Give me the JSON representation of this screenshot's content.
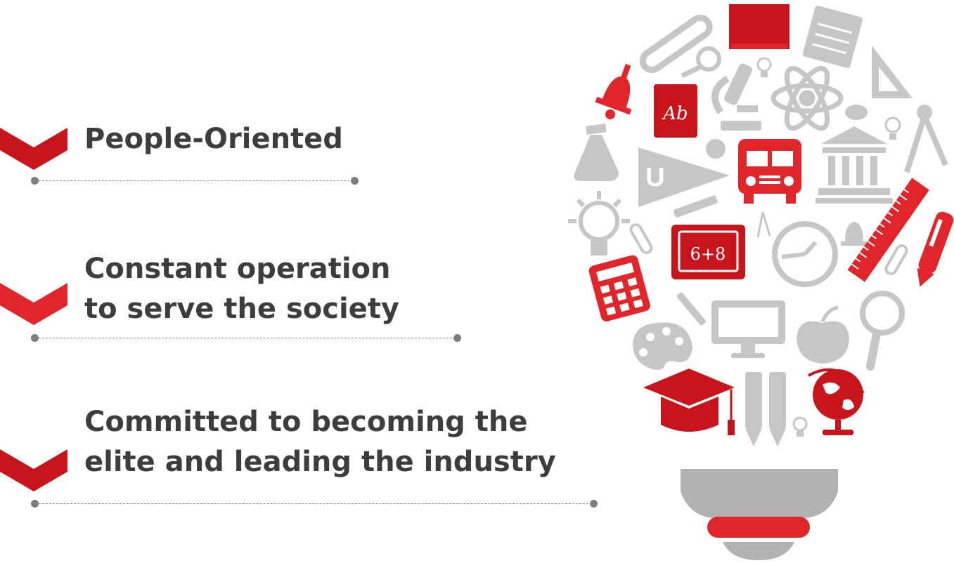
{
  "values": [
    {
      "lines": [
        "People-Oriented"
      ]
    },
    {
      "lines": [
        "Constant operation",
        "to serve the society"
      ]
    },
    {
      "lines": [
        "Committed to becoming the",
        "elite and leading the industry"
      ]
    }
  ],
  "colors": {
    "accent_red": "#c8141b",
    "bright_red": "#e0262b",
    "icon_gray": "#c6c6c6",
    "text": "#3d3d3d",
    "divider": "#7d7d7d"
  },
  "illustration": {
    "chalkboard_text": "6+8",
    "book_text": "Ab",
    "pennant_text": "U",
    "icons": [
      "test-tube-icon",
      "book-icon",
      "notepad-icon",
      "bell-icon",
      "microscope-icon",
      "atom-icon",
      "ruler-triangle-icon",
      "flask-icon",
      "pennant-icon",
      "school-bus-icon",
      "museum-icon",
      "compass-icon",
      "lightbulb-icon",
      "chalkboard-icon",
      "clock-icon",
      "ruler-icon",
      "pen-icon",
      "calculator-icon",
      "palette-icon",
      "computer-icon",
      "apple-icon",
      "magnifier-icon",
      "graduation-cap-icon",
      "pencils-icon",
      "globe-icon"
    ]
  }
}
